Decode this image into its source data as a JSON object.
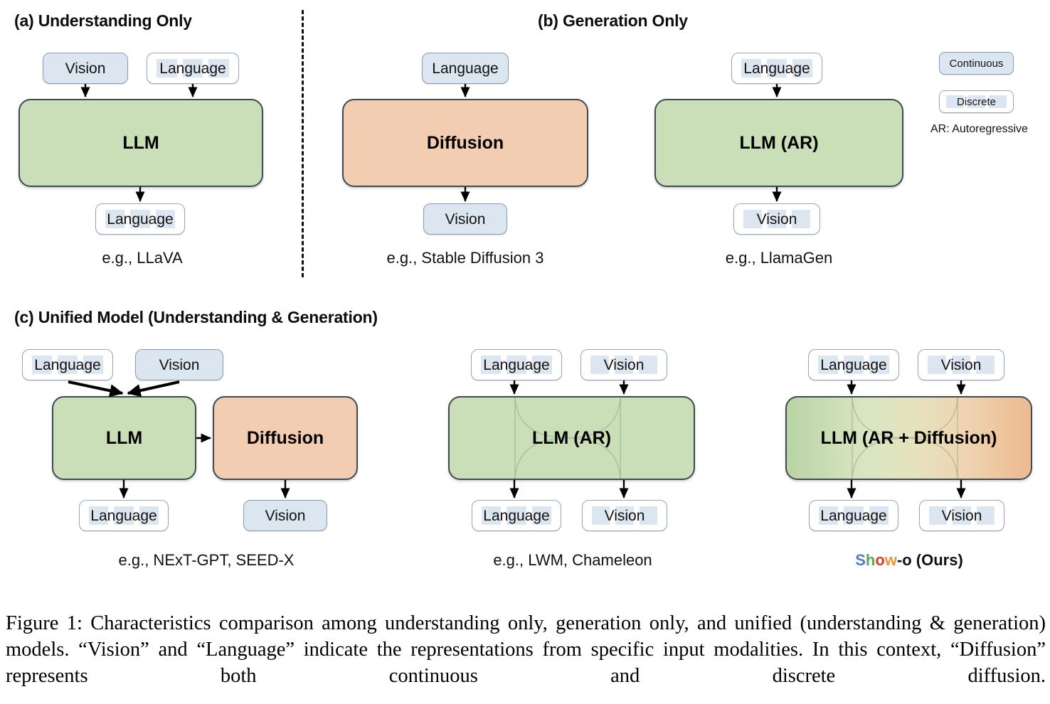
{
  "figure": {
    "panels": [
      {
        "id": "a",
        "title": "(a) Understanding Only"
      },
      {
        "id": "b",
        "title": "(b) Generation Only"
      },
      {
        "id": "c",
        "title": "(c) Unified Model (Understanding & Generation)"
      }
    ],
    "nodes": {
      "a_vision_in": {
        "label": "Vision",
        "type": "continuous"
      },
      "a_lang_in": {
        "label": "Language",
        "type": "discrete"
      },
      "a_model": {
        "label": "LLM",
        "type": "green"
      },
      "a_lang_out": {
        "label": "Language",
        "type": "discrete"
      },
      "b1_lang_in": {
        "label": "Language",
        "type": "continuous"
      },
      "b1_model": {
        "label": "Diffusion",
        "type": "orange"
      },
      "b1_vision_out": {
        "label": "Vision",
        "type": "continuous"
      },
      "b2_lang_in": {
        "label": "Language",
        "type": "discrete"
      },
      "b2_model": {
        "label": "LLM (AR)",
        "type": "green"
      },
      "b2_vision_out": {
        "label": "Vision",
        "type": "discrete"
      },
      "c1_lang_in": {
        "label": "Language",
        "type": "discrete"
      },
      "c1_vision_in": {
        "label": "Vision",
        "type": "continuous"
      },
      "c1_model": {
        "label": "LLM",
        "type": "green"
      },
      "c1_model2": {
        "label": "Diffusion",
        "type": "orange"
      },
      "c1_lang_out": {
        "label": "Language",
        "type": "discrete"
      },
      "c1_vision_out": {
        "label": "Vision",
        "type": "continuous"
      },
      "c2_lang_in": {
        "label": "Language",
        "type": "discrete"
      },
      "c2_vision_in": {
        "label": "Vision",
        "type": "discrete"
      },
      "c2_model": {
        "label": "LLM (AR)",
        "type": "green"
      },
      "c2_lang_out": {
        "label": "Language",
        "type": "discrete"
      },
      "c2_vision_out": {
        "label": "Vision",
        "type": "discrete"
      },
      "c3_lang_in": {
        "label": "Language",
        "type": "discrete"
      },
      "c3_vision_in": {
        "label": "Vision",
        "type": "discrete"
      },
      "c3_model": {
        "label": "LLM (AR + Diffusion)",
        "type": "gradient"
      },
      "c3_lang_out": {
        "label": "Language",
        "type": "discrete"
      },
      "c3_vision_out": {
        "label": "Vision",
        "type": "discrete"
      }
    },
    "examples": {
      "a": "e.g., LLaVA",
      "b1": "e.g., Stable Diffusion 3",
      "b2": "e.g., LlamaGen",
      "c1": "e.g., NExT-GPT, SEED-X",
      "c2": "e.g., LWM, Chameleon",
      "c3_parts": [
        "S",
        "h",
        "o",
        "w",
        "-o (Ours)"
      ]
    },
    "legend": {
      "continuous": "Continuous",
      "discrete": "Discrete",
      "abbreviation": "AR: Autoregressive"
    },
    "colors": {
      "continuous_fill": "#dce6f1",
      "discrete_token_fill": "#dce6f1",
      "llm_green": "#cadfb8",
      "diffusion_orange": "#f2cdb2",
      "block_border": "#3f4a52",
      "show_o_s": "#4a80c8",
      "show_o_h": "#5aa84f",
      "show_o_o": "#d93a2b",
      "show_o_w": "#e8943a"
    },
    "caption": "Figure 1: Characteristics comparison among understanding only, generation only, and unified (understanding & generation) models. “Vision” and “Language” indicate the representations from specific input modalities. In this context, “Diffusion” represents both continuous and discrete diffusion."
  }
}
